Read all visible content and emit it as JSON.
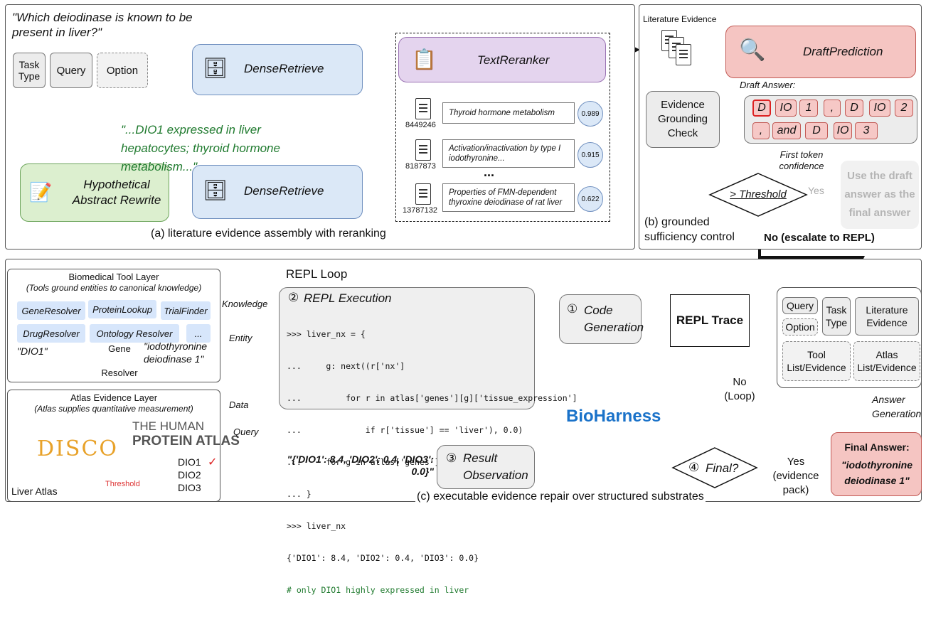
{
  "panel_a": {
    "question": "\"Which deiodinase is known to be present in liver?\"",
    "input_task_type": "Task Type",
    "input_query": "Query",
    "input_option": "Option",
    "dense_retrieve_1": "DenseRetrieve",
    "dense_retrieve_2": "DenseRetrieve",
    "hyde_label": "Hypothetical Abstract Rewrite",
    "hyde_text": "\"...DIO1 expressed in liver hepatocytes; thyroid hormone metabolism...\"",
    "reranker": "TextReranker",
    "docs": [
      {
        "id": "8449246",
        "title": "Thyroid hormone metabolism",
        "score": "0.989"
      },
      {
        "id": "8187873",
        "title": "Activation/inactivation by type I iodothyronine...",
        "score": "0.915"
      },
      {
        "id": "13787132",
        "title": "Properties of FMN-dependent thyroxine deiodinase of rat liver",
        "score": "0.622"
      }
    ],
    "ellipsis": "...",
    "caption": "(a) literature evidence assembly with reranking"
  },
  "panel_b": {
    "lit_evidence": "Literature Evidence",
    "draft_prediction": "DraftPrediction",
    "draft_answer_label": "Draft Answer:",
    "tokens_row1": [
      "D",
      "IO",
      "1",
      ",",
      "D",
      "IO",
      "2"
    ],
    "tokens_row2": [
      ",",
      "and",
      "D",
      "IO",
      "3"
    ],
    "grounding_check": "Evidence Grounding Check",
    "first_token": "First token confidence",
    "threshold": "> Threshold",
    "yes": "Yes",
    "use_draft": "Use the draft answer as the final answer",
    "caption": "(b) grounded sufficiency control",
    "escalate": "No (escalate to REPL)"
  },
  "panel_c": {
    "tool_layer_title": "Biomedical Tool Layer",
    "tool_layer_subtitle": "(Tools ground entities to canonical knowledge)",
    "tools": [
      "GeneResolver",
      "ProteinLookup",
      "TrialFinder",
      "DrugResolver",
      "Ontology Resolver",
      "..."
    ],
    "dio1_quote": "\"DIO1\"",
    "gene_resolver": "Gene Resolver",
    "iodo": "\"iodothyronine deiodinase 1\"",
    "knowledge": "Knowledge",
    "entity": "Entity",
    "atlas_title": "Atlas Evidence Layer",
    "atlas_subtitle": "(Atlas supplies quantitative measurement)",
    "disco": "DISCO",
    "hpa_line1": "THE HUMAN",
    "hpa_line2": "PROTEIN ATLAS",
    "liver_atlas": "Liver Atlas",
    "threshold_small": "Threshold",
    "dio_list": [
      "DIO1",
      "DIO2",
      "DIO3"
    ],
    "check": "✓",
    "data": "Data",
    "query": "Query",
    "repl_loop": "REPL Loop",
    "repl_exec_num": "②",
    "repl_exec": "REPL Execution",
    "code_lines": [
      ">>> liver_nx = {",
      "...     g: next((r['nx']",
      "...         for r in atlas['genes'][g]['tissue_expression']",
      "...             if r['tissue'] == 'liver'), 0.0)",
      "...     for g in atlas['genes']",
      "... }",
      ">>> liver_nx",
      "{'DIO1': 8.4, 'DIO2': 0.4, 'DIO3': 0.0}"
    ],
    "code_comment": "# only DIO1 highly expressed in liver",
    "code_gen_num": "①",
    "code_gen": "Code Generation",
    "repl_trace": "REPL Trace",
    "result_num": "③",
    "result_obs": "Result Observation",
    "result_value": "\"{'DIO1': 8.4, 'DIO2': 0.4, 'DIO3': 0.0}\"",
    "final_num": "④",
    "final_q": "Final?",
    "no_loop": "No (Loop)",
    "yes_pack": "Yes (evidence pack)",
    "bioharness": "BioHarness",
    "ctx_query": "Query",
    "ctx_option": "Option",
    "ctx_task": "Task Type",
    "ctx_lit": "Literature Evidence",
    "ctx_tool": "Tool List/Evidence",
    "ctx_atlas": "Atlas List/Evidence",
    "answer_gen": "Answer Generation",
    "final_answer_label": "Final Answer:",
    "final_answer": "\"iodothyronine deiodinase 1\"",
    "caption": "(c) executable evidence repair over structured substrates"
  },
  "colors": {
    "blue": "#dbe8f7",
    "green": "#dcefcf",
    "purple": "#e4d4ee",
    "red": "#f5c5c2",
    "teal": "#1aa39a",
    "blue_text": "#1a72c9",
    "comment_green": "#1f7a2e"
  }
}
